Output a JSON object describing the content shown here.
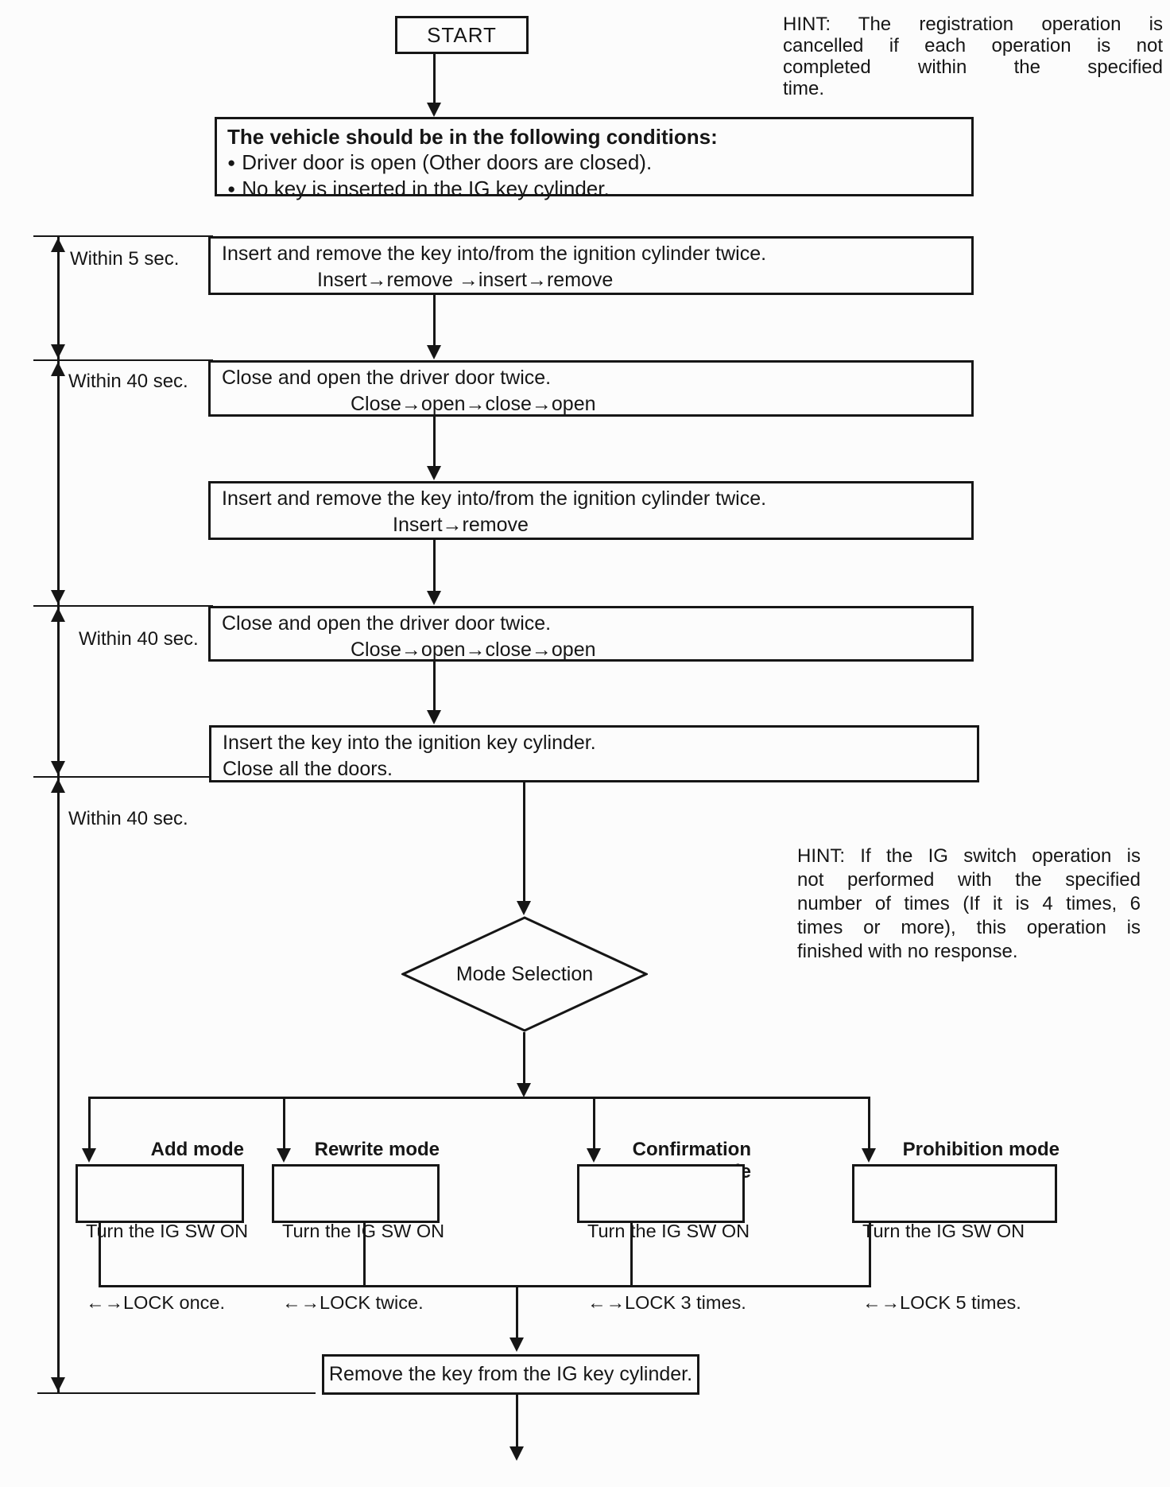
{
  "colors": {
    "ink": "#161616",
    "paper": "#fcfcfc"
  },
  "start_label": "START",
  "hints": {
    "top": {
      "lines": [
        "HINT: The registration operation is",
        "cancelled if each operation is not",
        "completed within the specified",
        "time."
      ]
    },
    "middle": {
      "lines": [
        "HINT: If the IG switch operation is",
        "not performed with the specified",
        "number of times (If it is 4 times, 6",
        "times or more), this operation is",
        "finished with no response."
      ]
    }
  },
  "conditions": {
    "bullet": "●",
    "title": "The vehicle should be in the following conditions:",
    "items": [
      "Driver door is open (Other doors are closed).",
      "No key is inserted in the IG key cylinder."
    ]
  },
  "timeline": {
    "labels": [
      "Within 5 sec.",
      "Within 40 sec.",
      "Within 40 sec.",
      "Within 40 sec."
    ]
  },
  "steps": [
    {
      "line1": "Insert and remove the key into/from the ignition cylinder twice.",
      "line2": "Insert→remove →insert→remove"
    },
    {
      "line1": "Close and open the driver door twice.",
      "line2": "Close→open→close→open"
    },
    {
      "line1": "Insert and remove the key into/from the ignition cylinder twice.",
      "line2": "Insert→remove"
    },
    {
      "line1": "Close and open the driver door twice.",
      "line2": "Close→open→close→open"
    },
    {
      "line1": "Insert the key into the ignition key cylinder.",
      "line2": "Close all the doors."
    }
  ],
  "decision": {
    "label": "Mode Selection"
  },
  "modes": [
    {
      "title": "Add mode",
      "line1": "Turn the IG SW ON",
      "line2": "←→LOCK once."
    },
    {
      "title": "Rewrite mode",
      "line1": "Turn the IG SW ON",
      "line2": "←→LOCK twice."
    },
    {
      "title": "Confirmation mode",
      "line1": "Turn the IG SW ON",
      "line2": "←→LOCK 3 times."
    },
    {
      "title": "Prohibition mode",
      "line1": "Turn the IG SW ON",
      "line2": "←→LOCK 5 times."
    }
  ],
  "final_box": {
    "label": "Remove the key from the IG key cylinder."
  }
}
